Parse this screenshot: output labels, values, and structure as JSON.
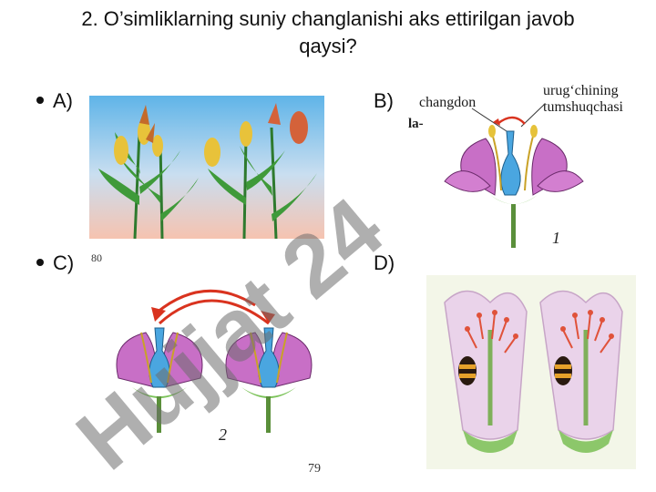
{
  "slide": {
    "title": "2. O’simliklarning suniy changlanishi aks ettirilgan javob qaysi?",
    "options": {
      "a": "A)",
      "b": "B)",
      "c": "C)",
      "d": "D)"
    },
    "labels": {
      "changdon": "changdon",
      "urug_line1": "urug‘chining",
      "urug_line2": "tumshuqchasi",
      "fig1": "1",
      "fig2": "2",
      "page80": "80",
      "page79": "79",
      "edge_text": "la-"
    },
    "watermark": "Hujjat 24"
  }
}
